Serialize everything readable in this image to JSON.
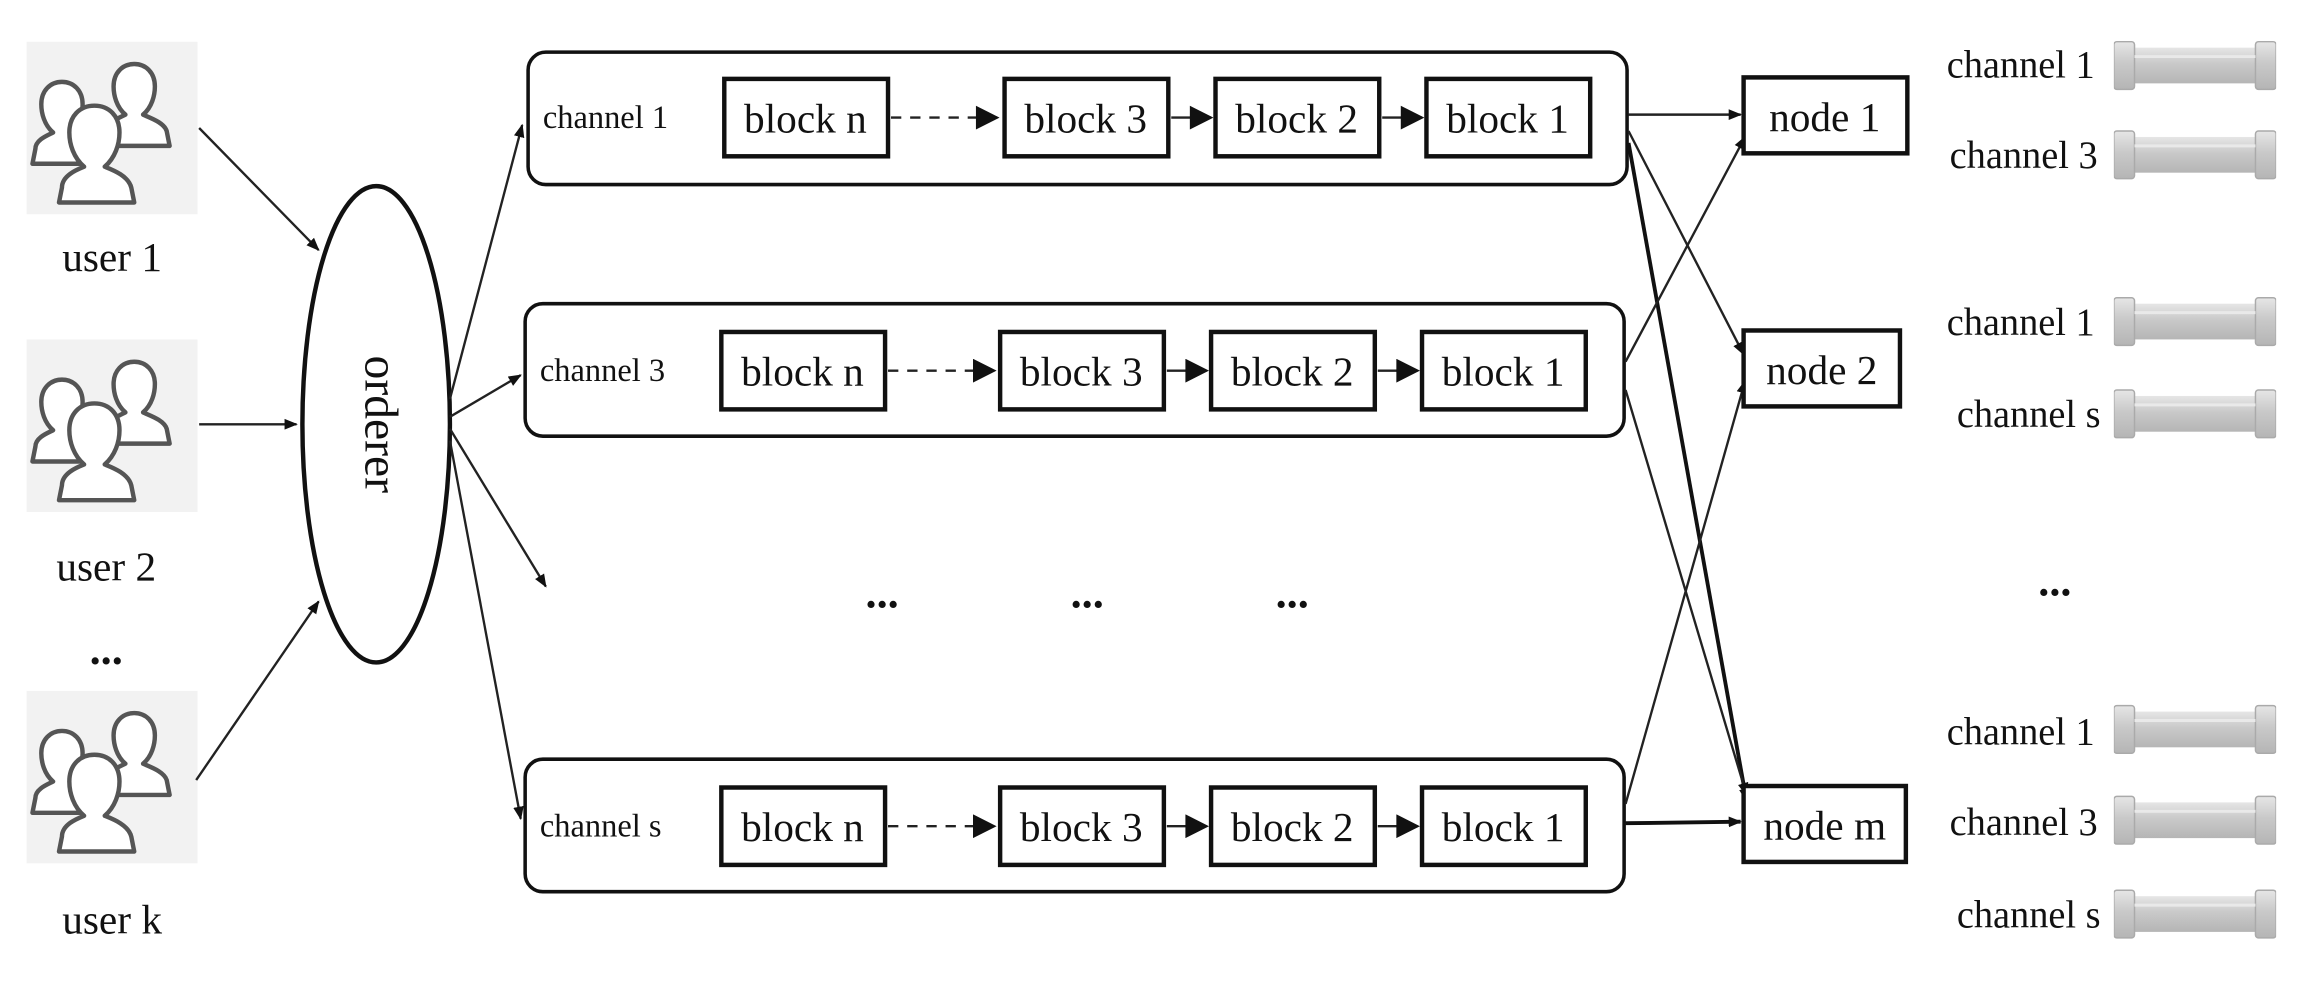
{
  "users": [
    {
      "label": "user 1"
    },
    {
      "label": "user 2"
    },
    {
      "label": "user k"
    }
  ],
  "users_ellipsis": "...",
  "orderer": {
    "label": "orderer"
  },
  "channels": [
    {
      "label": "channel 1",
      "blocks": [
        "block n",
        "block 3",
        "block 2",
        "block 1"
      ]
    },
    {
      "label": "channel 3",
      "blocks": [
        "block n",
        "block 3",
        "block 2",
        "block 1"
      ]
    },
    {
      "label": "channel s",
      "blocks": [
        "block n",
        "block 3",
        "block 2",
        "block 1"
      ]
    }
  ],
  "middle_ellipsis": [
    "...",
    "...",
    "..."
  ],
  "nodes": [
    {
      "label": "node 1",
      "channels": [
        "channel 1",
        "channel 3"
      ]
    },
    {
      "label": "node 2",
      "channels": [
        "channel 1",
        "channel s"
      ]
    },
    {
      "label": "node m",
      "channels": [
        "channel 1",
        "channel 3",
        "channel s"
      ]
    }
  ],
  "nodes_ellipsis": "...",
  "colors": {
    "stroke": "#111111",
    "user_icon_bg": "#f2f2f2",
    "cylinder": "#c8c8c8"
  },
  "icons": {
    "user": "users-group-icon",
    "ledger": "ledger-cylinder-icon"
  }
}
